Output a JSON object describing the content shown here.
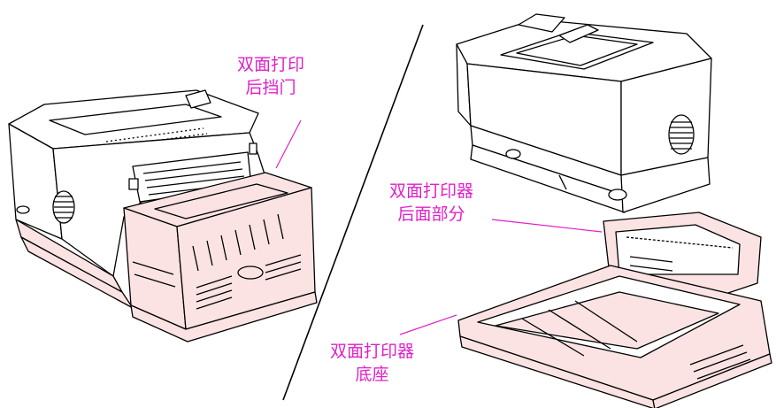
{
  "callouts": {
    "rear_door": {
      "line1": "双面打印",
      "line2": "后挡门"
    },
    "duplexer_rear": {
      "line1": "双面打印器",
      "line2": "后面部分"
    },
    "duplexer_base": {
      "line1": "双面打印器",
      "line2": "底座"
    }
  },
  "colors": {
    "callout": "#e020c8",
    "duplexer_fill": "#fbe3e3",
    "outline": "#000000"
  }
}
